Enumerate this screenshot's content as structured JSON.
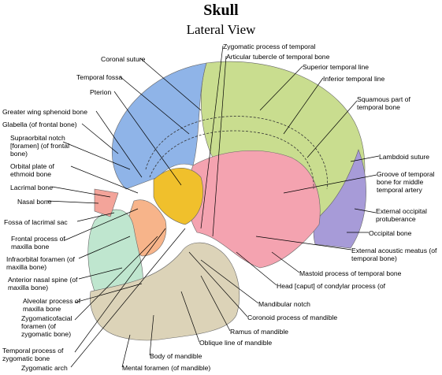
{
  "title": "Skull",
  "subtitle": "Lateral View",
  "labels": {
    "zygomatic_process_temporal": "Zygomatic process of temporal",
    "articular_tubercle": "Articular tubercle of temporal bone",
    "coronal_suture": "Coronal suture",
    "superior_temporal_line": "Superior temporal line",
    "temporal_fossa": "Temporal fossa",
    "inferior_temporal_line": "Inferior temporal line",
    "pterion": "Pterion",
    "squamous_part": "Squamous part of temporal bone",
    "greater_wing_sphenoid": "Greater wing sphenoid bone",
    "glabella": "Glabella (of frontal bone)",
    "supraorbital_notch": "Supraorbital notch [foramen] (of frontal bone)",
    "lambdoid_suture": "Lambdoid suture",
    "orbital_plate_ethmoid": "Orbital plate of ethmoid bone",
    "groove_temporal": "Groove of temporal bone for middle temporal artery",
    "lacrimal_bone": "Lacrimal bone",
    "nasal_bone": "Nasal bone",
    "external_occipital": "External occipital protuberance",
    "fossa_lacrimal_sac": "Fossa of lacrimal sac",
    "occipital_bone": "Occipital bone",
    "frontal_process_maxilla": "Frontal process of maxilla bone",
    "external_acoustic_meatus": "External acoustic meatus (of temporal bone)",
    "infraorbital_foramen": "Infraorbital foramen (of maxilla bone)",
    "mastoid_process": "Mastoid process of temporal bone",
    "anterior_nasal_spine": "Anterior nasal spine (of maxilla bone)",
    "head_condylar": "Head [caput] of condylar process (of",
    "alveolar_process": "Alveolar process of maxilla bone",
    "mandibular_notch": "Mandibular notch",
    "zygomaticofacial_foramen": "Zygomaticofacial foramen (of zygomatic bone)",
    "coronoid_process": "Coronoid process of mandible",
    "ramus": "Ramus of mandible",
    "temporal_process_zygomatic": "Temporal process of zygomatic bone",
    "oblique_line": "Oblique line of mandible",
    "body_mandible": "Body of mandible",
    "zygomatic_arch": "Zygomatic arch",
    "mental_foramen": "Mental foramen (of mandible)"
  },
  "colors": {
    "frontal": "#8fb4e8",
    "parietal": "#c9dd8f",
    "temporal": "#f4a3b0",
    "occipital": "#a79bd8",
    "sphenoid": "#f0c02c",
    "zygomatic": "#f7b48a",
    "maxilla": "#bfe6cf",
    "mandible": "#dcd3b8",
    "nasal": "#f3a49a"
  }
}
